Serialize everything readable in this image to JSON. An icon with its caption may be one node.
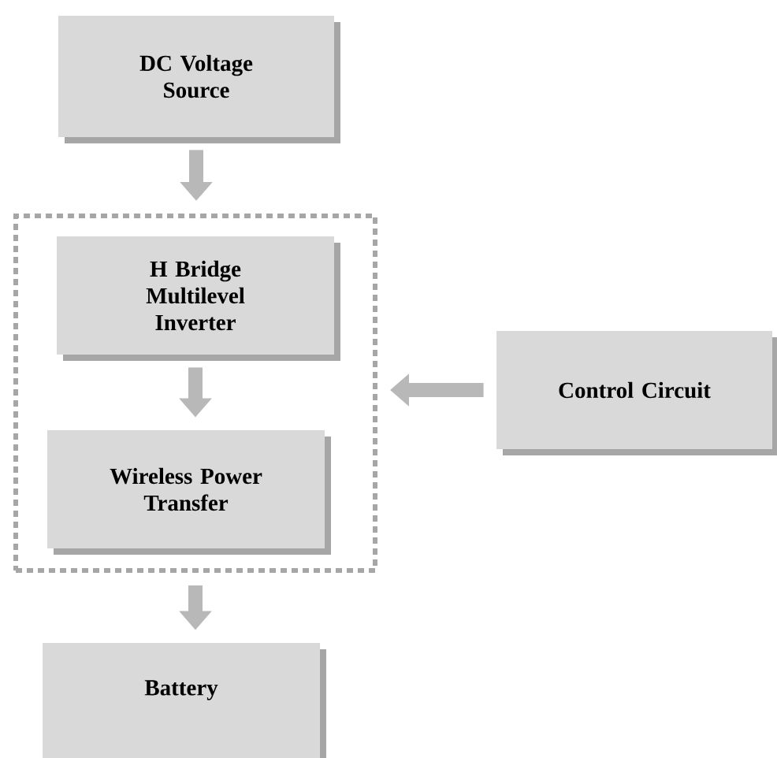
{
  "diagram": {
    "nodes": [
      {
        "text": [
          "DC Voltage Source"
        ]
      },
      {
        "text": [],
        "shape": "box"
      },
      {
        "text": [
          "H Bridge Multilevel Inverter"
        ],
        "in": 1
      },
      {
        "text": [
          "Wireless Power Transfer"
        ],
        "in": 1
      },
      {
        "text": [
          "Battery"
        ]
      },
      {
        "text": [
          "Control Circuit"
        ]
      }
    ],
    "edges": [
      {
        "from": 0,
        "to": 1,
        "arrow": "to"
      },
      {
        "from": 2,
        "to": 3,
        "arrow": "to"
      },
      {
        "from": 1,
        "to": 4,
        "arrow": "to"
      },
      {
        "from": 5,
        "to": 1,
        "arrow": "to"
      }
    ]
  }
}
